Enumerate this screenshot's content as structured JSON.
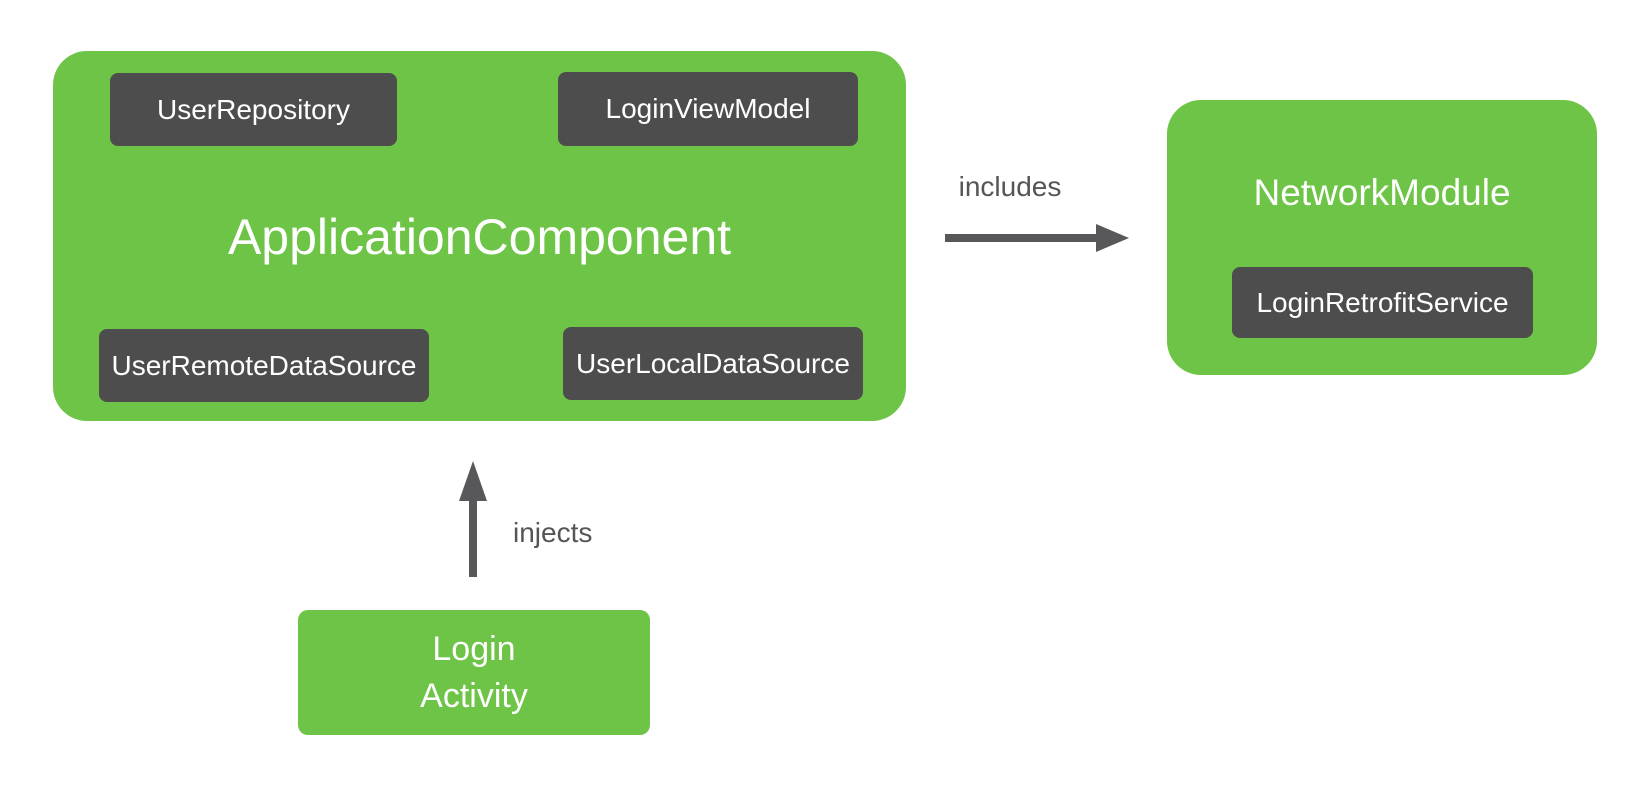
{
  "theme": {
    "canvas-bg": "#ffffff",
    "green": "#6EC446",
    "dark": "#4D4D4D",
    "arrow": "#58585A",
    "label": "#555555",
    "text-light": "#ffffff"
  },
  "application_component": {
    "title": "ApplicationComponent",
    "chips": [
      "UserRepository",
      "LoginViewModel",
      "UserRemoteDataSource",
      "UserLocalDataSource"
    ]
  },
  "network_module": {
    "title": "NetworkModule",
    "chips": [
      "LoginRetrofitService"
    ]
  },
  "login_activity": {
    "title": "Login\nActivity"
  },
  "edges": [
    {
      "label": "includes",
      "from": "ApplicationComponent",
      "to": "NetworkModule"
    },
    {
      "label": "injects",
      "from": "Login Activity",
      "to": "ApplicationComponent"
    }
  ]
}
